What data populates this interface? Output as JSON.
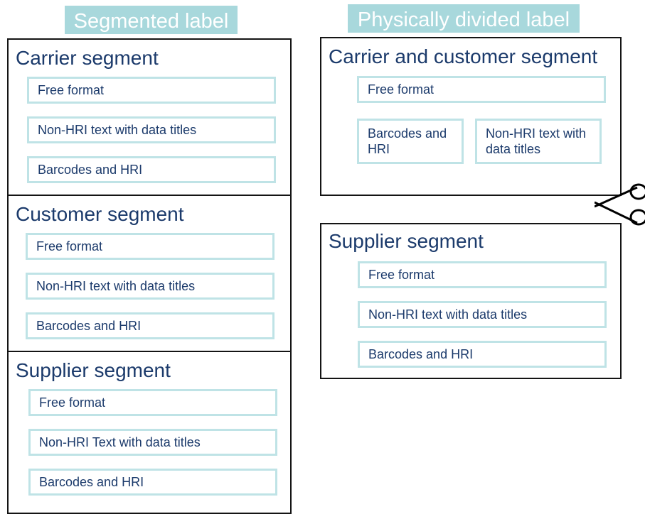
{
  "segmented": {
    "header": "Segmented label",
    "segments": [
      {
        "title": "Carrier segment",
        "fields": [
          "Free format",
          "Non-HRI text with data titles",
          "Barcodes and HRI"
        ]
      },
      {
        "title": "Customer segment",
        "fields": [
          "Free format",
          "Non-HRI text with data titles",
          "Barcodes and HRI"
        ]
      },
      {
        "title": "Supplier segment",
        "fields": [
          "Free format",
          "Non-HRI Text with data titles",
          "Barcodes and HRI"
        ]
      }
    ]
  },
  "divided": {
    "header": "Physically divided label",
    "carrier_customer": {
      "title": "Carrier and customer segment",
      "free_format": "Free format",
      "barcodes": "Barcodes and HRI",
      "non_hri": "Non-HRI text with data titles"
    },
    "supplier": {
      "title": "Supplier segment",
      "fields": [
        "Free format",
        "Non-HRI text with data titles",
        "Barcodes and HRI"
      ]
    }
  },
  "colors": {
    "header_bg": "#a8d8dc",
    "header_text": "#ffffff",
    "title_text": "#1b3a6b",
    "field_border": "#bfe3e6",
    "segment_border": "#141414"
  },
  "icons": {
    "cut_mark": "scissors-icon"
  }
}
